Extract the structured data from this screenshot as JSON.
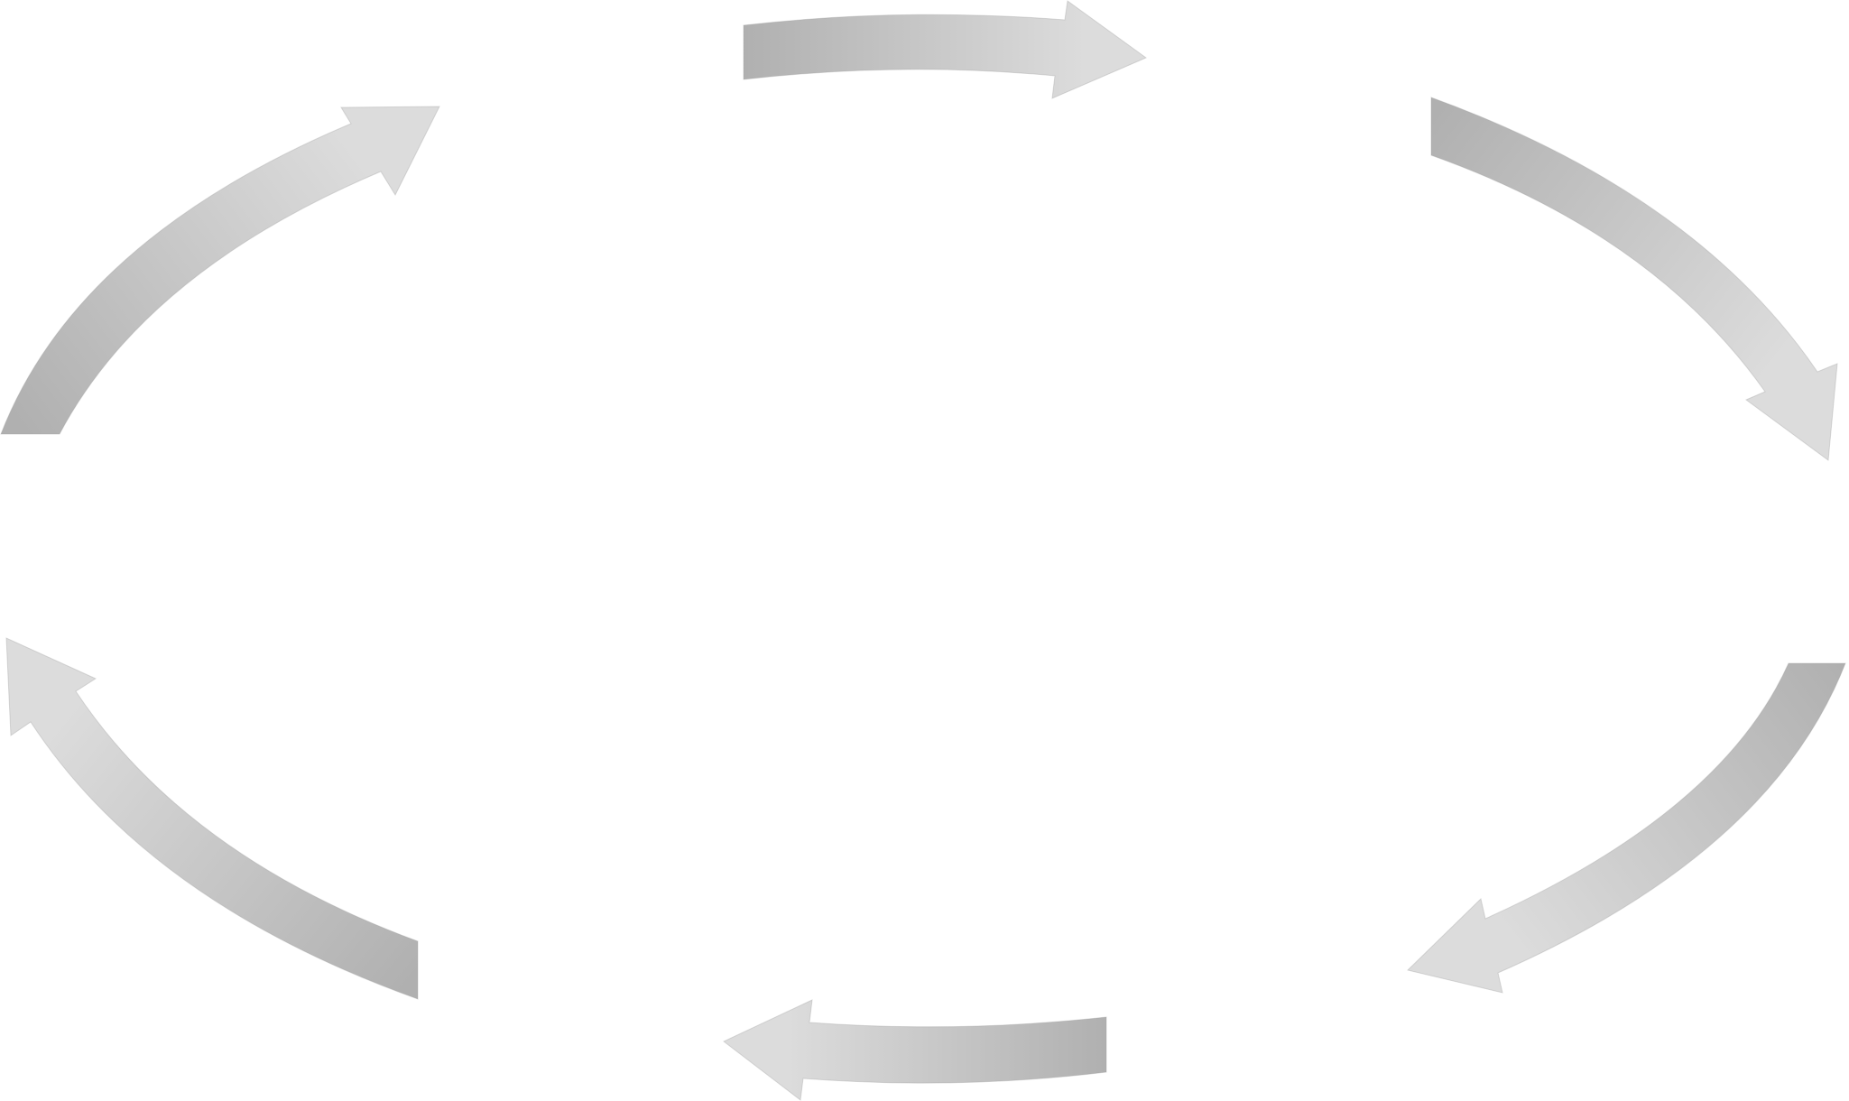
{
  "diagram": {
    "type": "cycle",
    "direction": "clockwise",
    "arrows": [
      {
        "name": "arrow-top",
        "icon": "curved-arrow-icon",
        "points": "east"
      },
      {
        "name": "arrow-upper-right",
        "icon": "curved-arrow-icon",
        "points": "south-east"
      },
      {
        "name": "arrow-lower-right",
        "icon": "curved-arrow-icon",
        "points": "south-west"
      },
      {
        "name": "arrow-bottom",
        "icon": "curved-arrow-icon",
        "points": "west"
      },
      {
        "name": "arrow-lower-left",
        "icon": "curved-arrow-icon",
        "points": "north-west"
      },
      {
        "name": "arrow-upper-left",
        "icon": "curved-arrow-icon",
        "points": "north-east"
      }
    ]
  },
  "colors": {
    "background": "#ffffff",
    "arrow_dark": "#b0b0b0",
    "arrow_light": "#dcdcdc"
  }
}
